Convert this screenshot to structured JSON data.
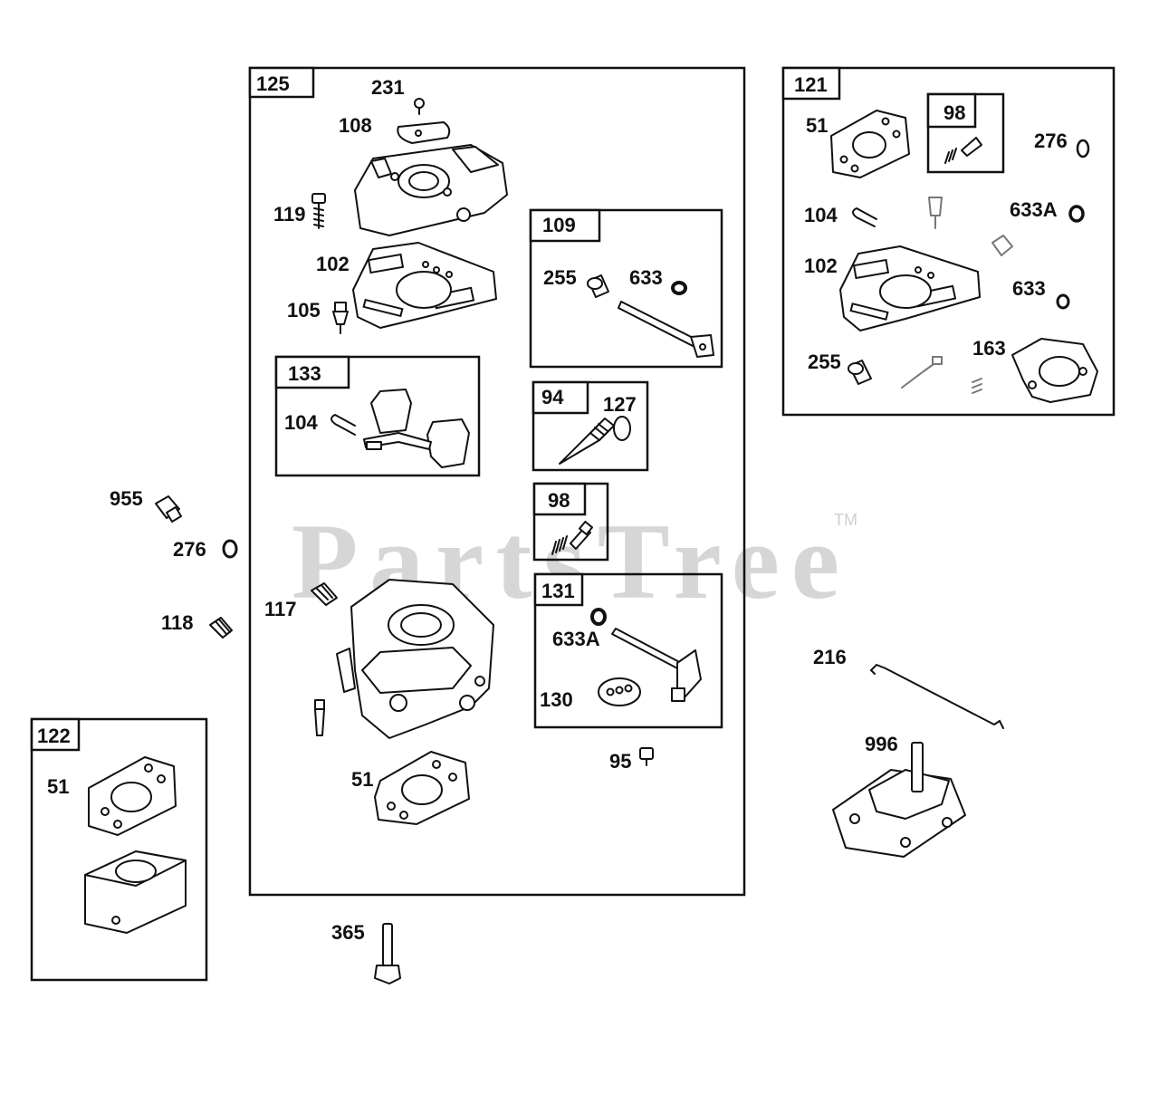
{
  "watermark": "PartsTree",
  "trademark": "TM",
  "labels": [
    {
      "text": "125"
    },
    {
      "text": "231"
    },
    {
      "text": "108"
    },
    {
      "text": "119"
    },
    {
      "text": "102"
    },
    {
      "text": "105"
    },
    {
      "text": "109"
    },
    {
      "text": "255"
    },
    {
      "text": "633"
    },
    {
      "text": "133"
    },
    {
      "text": "104"
    },
    {
      "text": "94"
    },
    {
      "text": "127"
    },
    {
      "text": "98"
    },
    {
      "text": "131"
    },
    {
      "text": "633A"
    },
    {
      "text": "130"
    },
    {
      "text": "95"
    },
    {
      "text": "117"
    },
    {
      "text": "51"
    },
    {
      "text": "121"
    },
    {
      "text": "51"
    },
    {
      "text": "98"
    },
    {
      "text": "276"
    },
    {
      "text": "104"
    },
    {
      "text": "633A"
    },
    {
      "text": "102"
    },
    {
      "text": "633"
    },
    {
      "text": "255"
    },
    {
      "text": "163"
    },
    {
      "text": "955"
    },
    {
      "text": "276"
    },
    {
      "text": "118"
    },
    {
      "text": "122"
    },
    {
      "text": "51"
    },
    {
      "text": "365"
    },
    {
      "text": "216"
    },
    {
      "text": "996"
    }
  ]
}
